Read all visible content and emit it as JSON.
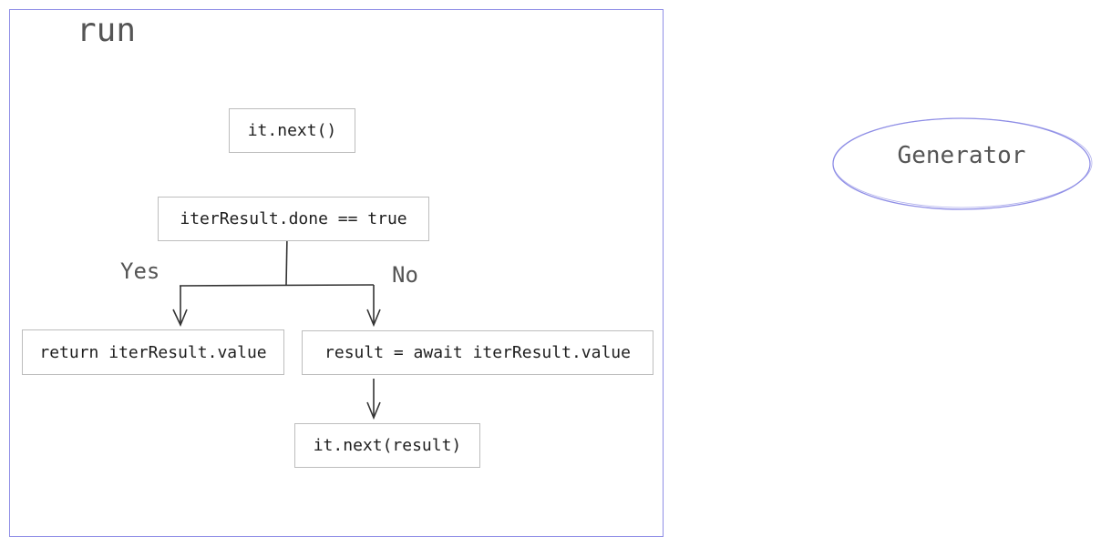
{
  "frame": {
    "title": "run"
  },
  "nodes": {
    "it_next": "it.next()",
    "done_check": "iterResult.done == true",
    "return_value": "return iterResult.value",
    "await_value": "result = await iterResult.value",
    "it_next_result": "it.next(result)"
  },
  "branches": {
    "yes": "Yes",
    "no": "No"
  },
  "generator": {
    "label": "Generator"
  },
  "colors": {
    "frame_border": "#8f8ee6",
    "ellipse_stroke": "#8f8ee6",
    "node_border": "#bdbdbd",
    "text": "#1e1e1e",
    "label_text": "#555555"
  }
}
